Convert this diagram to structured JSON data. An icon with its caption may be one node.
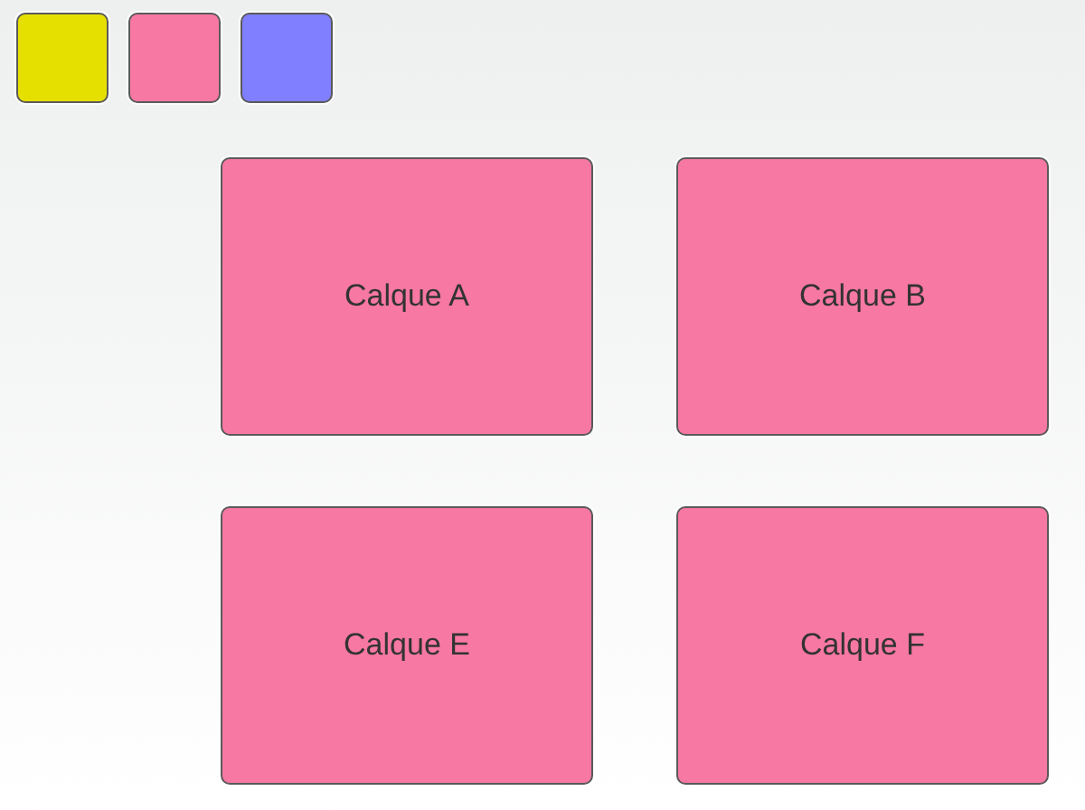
{
  "diagram": {
    "nodes": [
      {
        "text": [],
        "shape": "box"
      },
      {
        "text": [],
        "shape": "box"
      },
      {
        "text": [],
        "shape": "box"
      },
      {
        "text": [
          "Calque A"
        ]
      },
      {
        "text": [
          "Calque B"
        ]
      },
      {
        "text": [
          "Calque E"
        ]
      },
      {
        "text": [
          "Calque F"
        ]
      }
    ]
  }
}
